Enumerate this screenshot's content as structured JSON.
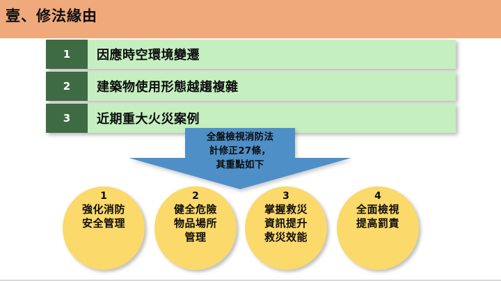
{
  "slide": {
    "title": "壹、修法緣由",
    "colors": {
      "banner": "#f0a97a",
      "bar_dark_green": "#3f6b42",
      "bar_light_green": "#c5efc0",
      "arrow_blue": "#4e8fc8",
      "circle_yellow": "#fbd96b",
      "text": "#0d0d0d"
    }
  },
  "reasons": [
    {
      "num": "1",
      "label": "因應時空環境變遷"
    },
    {
      "num": "2",
      "label": "建築物使用形態越趨複雜"
    },
    {
      "num": "3",
      "label": "近期重大火災案例"
    }
  ],
  "arrow": {
    "caption": "全盤檢視消防法\n計修正27條，\n其重點如下"
  },
  "key_points": [
    {
      "num": "1",
      "label": "強化消防\n安全管理"
    },
    {
      "num": "2",
      "label": "健全危險\n物品場所\n管理"
    },
    {
      "num": "3",
      "label": "掌握救災\n資訊提升\n救災效能"
    },
    {
      "num": "4",
      "label": "全面檢視\n提高罰責"
    }
  ]
}
